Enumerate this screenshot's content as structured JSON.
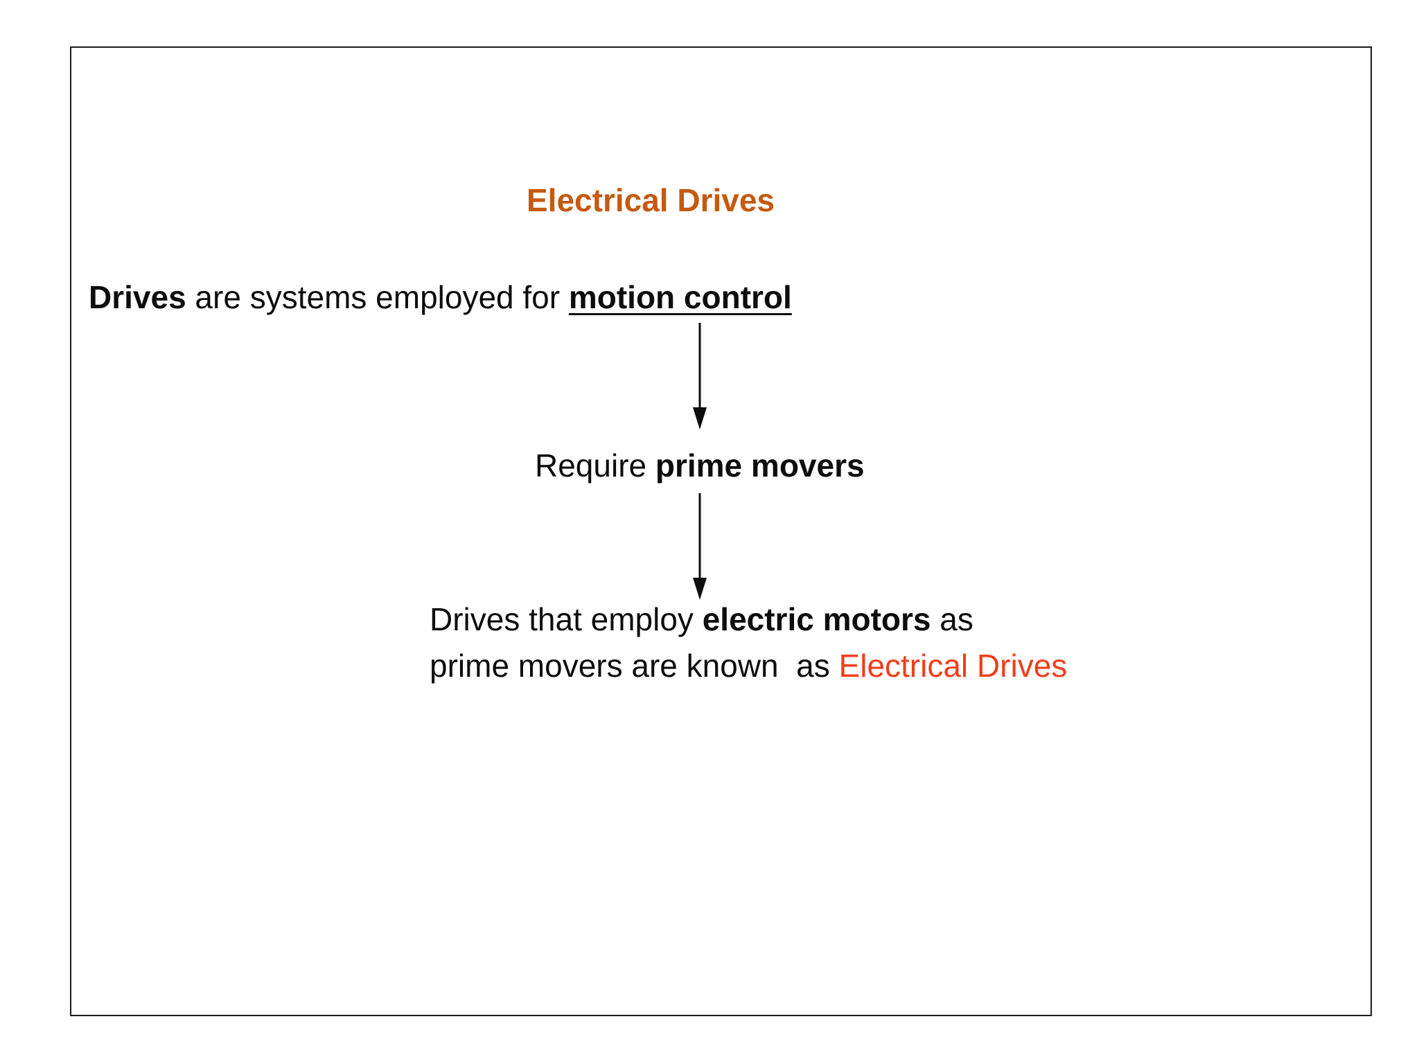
{
  "slide": {
    "title": {
      "text": "Electrical Drives",
      "color": "#C55A11"
    },
    "statement": {
      "lead": "Drives",
      "middle": " are systems employed for ",
      "emphasis": "motion control"
    },
    "flow": {
      "arrow1_icon": "down-arrow",
      "step1": {
        "prefix": "Require ",
        "emphasis": "prime movers"
      },
      "arrow2_icon": "down-arrow",
      "conclusion": {
        "line1_prefix": "Drives that employ ",
        "line1_emphasis": "electric motors",
        "line1_suffix": " as",
        "line2_prefix": "prime movers are known  as ",
        "line2_highlight": "Electrical Drives",
        "highlight_color": "#EF3E1B"
      }
    }
  }
}
